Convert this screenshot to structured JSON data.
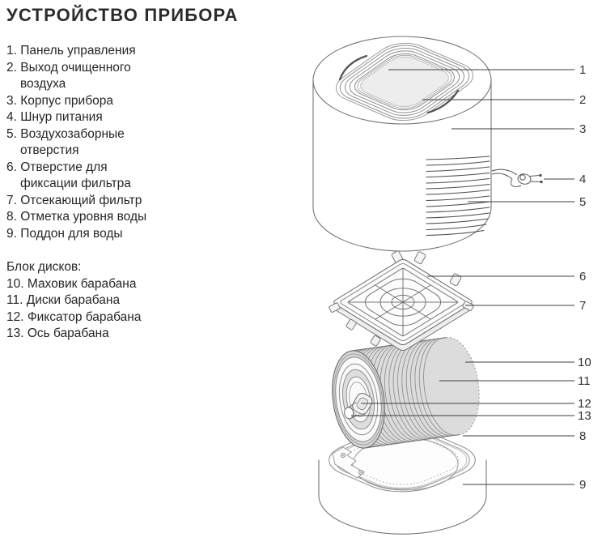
{
  "page": {
    "title": "УСТРОЙСТВО ПРИБОРА"
  },
  "parts": {
    "items": [
      "1. Панель управления",
      "2. Выход очищенного воздуха",
      "3. Корпус прибора",
      "4. Шнур питания",
      "5. Воздухозаборные отверстия",
      "6. Отверстие для фиксации фильтра",
      "7. Отсекающий фильтр",
      "8. Отметка уровня воды",
      "9. Поддон для воды"
    ],
    "block_title": "Блок дисков:",
    "block_items": [
      "10. Маховик барабана",
      "11. Диски барабана",
      "12. Фиксатор барабана",
      "13. Ось барабана"
    ]
  },
  "diagram": {
    "description": "Exploded view of air washer: main unit with control panel and air intake slots, power plug, square filter frame, disc drum, water tray",
    "callouts": [
      {
        "n": "1"
      },
      {
        "n": "2"
      },
      {
        "n": "3"
      },
      {
        "n": "4"
      },
      {
        "n": "5"
      },
      {
        "n": "6"
      },
      {
        "n": "7"
      },
      {
        "n": "10"
      },
      {
        "n": "11"
      },
      {
        "n": "12"
      },
      {
        "n": "13"
      },
      {
        "n": "8"
      },
      {
        "n": "9"
      }
    ]
  },
  "colors": {
    "text": "#2b2b2b",
    "outline": "#757575",
    "callout_line": "#3d3d3d",
    "panel_fill": "#ededed",
    "drum_fill": "#dcdcdc"
  }
}
